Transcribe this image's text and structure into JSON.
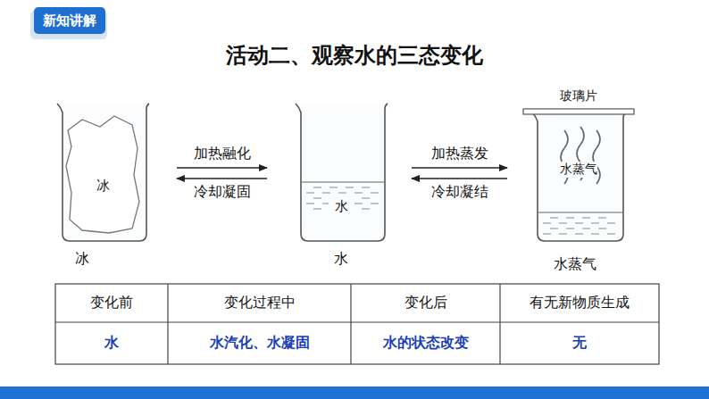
{
  "diagram": {
    "title": "活动二、观察水的三态变化",
    "nodes": [
      {
        "text": [
          "新知讲解"
        ]
      },
      {
        "text": [
          "冰",
          "冰"
        ]
      },
      {
        "text": [
          "水",
          "水"
        ]
      },
      {
        "text": [
          "玻璃片",
          "水蒸气",
          "水蒸气"
        ]
      }
    ],
    "edges": [
      {
        "from": 1,
        "to": 2,
        "label": "加热融化",
        "arrow": "to"
      },
      {
        "from": 2,
        "to": 1,
        "label": "冷却凝固",
        "arrow": "to"
      },
      {
        "from": 2,
        "to": 3,
        "label": "加热蒸发",
        "arrow": "to"
      },
      {
        "from": 3,
        "to": 2,
        "label": "冷却凝结",
        "arrow": "to"
      }
    ],
    "labels": [
      "变化前",
      "变化过程中",
      "变化后",
      "有无新物质生成",
      "水",
      "水汽化、水凝固",
      "水的状态改变",
      "无"
    ]
  }
}
